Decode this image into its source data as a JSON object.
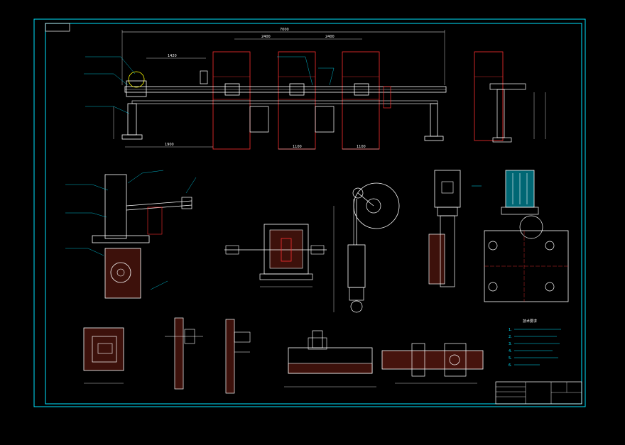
{
  "colors": {
    "background": "#000000",
    "frame": "#00e5ff",
    "outline": "#ffffff",
    "dimension": "#ff3030",
    "hatch": "#b03020",
    "leader": "#00e5ff",
    "accent_green": "#00ff66",
    "accent_yellow": "#ffff00",
    "motor_fill": "#00bcd4"
  },
  "drawing": {
    "dimensions": {
      "overall": "7000",
      "span_left": "1420",
      "span_mid": "2400",
      "span_right": "2400",
      "bottom_a": "1900",
      "bottom_b": "1100",
      "bottom_c": "1100"
    },
    "notes": {
      "heading": "技术要求",
      "lines": [
        "1.",
        "2.",
        "3.",
        "4.",
        "5.",
        "6."
      ]
    }
  }
}
